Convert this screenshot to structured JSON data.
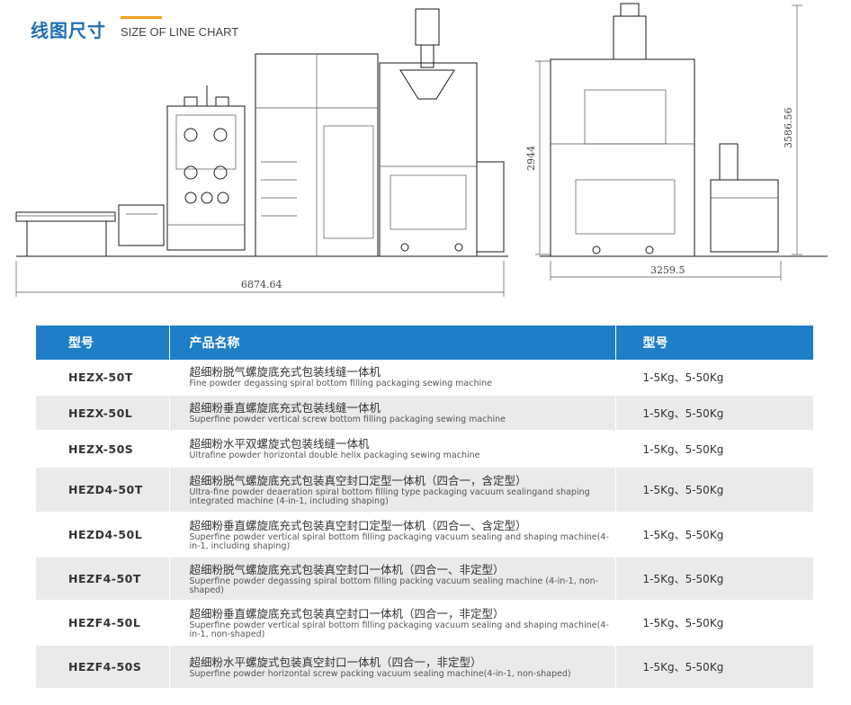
{
  "header": {
    "title_cn": "线图尺寸",
    "title_en": "SIZE OF LINE CHART"
  },
  "drawing": {
    "dim_width_left": "6874.64",
    "dim_height_mid": "2944",
    "dim_height_right": "3586.56",
    "dim_width_right": "3259.5"
  },
  "table": {
    "headers": [
      "型号",
      "产品名称",
      "型号"
    ],
    "rows": [
      {
        "model": "HEZX-50T",
        "name_cn": "超细粉脱气螺旋底充式包装线缝一体机",
        "name_en": "Fine powder degassing spiral bottom filling packaging sewing machine",
        "spec": "1-5Kg、5-50Kg"
      },
      {
        "model": "HEZX-50L",
        "name_cn": "超细粉垂直螺旋底充式包装线缝一体机",
        "name_en": "Superfine powder vertical screw bottom filling packaging sewing machine",
        "spec": "1-5Kg、5-50Kg"
      },
      {
        "model": "HEZX-50S",
        "name_cn": "超细粉水平双螺旋式包装线缝一体机",
        "name_en": "Ultrafine powder horizontal double helix packaging sewing machine",
        "spec": "1-5Kg、5-50Kg"
      },
      {
        "model": "HEZD4-50T",
        "name_cn": "超细粉脱气螺旋底充式包装真空封口定型一体机（四合一，含定型）",
        "name_en": "Ultra-fine powder deaeration spiral bottom filling type packaging vacuum sealingand shaping integrated machine (4-in-1, including shaping)",
        "spec": "1-5Kg、5-50Kg"
      },
      {
        "model": "HEZD4-50L",
        "name_cn": "超细粉垂直螺旋底充式包装真空封口定型一体机（四合一、含定型）",
        "name_en": "Superfine powder vertical spiral bottom filling packaging vacuum sealing and shaping machine(4-in-1, including shaping)",
        "spec": "1-5Kg、5-50Kg"
      },
      {
        "model": "HEZF4-50T",
        "name_cn": "超细粉脱气螺旋底充式包装真空封口一体机（四合一、非定型）",
        "name_en": "Superfine powder degassing spiral bottom filling packing vacuum sealing machine (4-in-1, non-shaped)",
        "spec": "1-5Kg、5-50Kg"
      },
      {
        "model": "HEZF4-50L",
        "name_cn": "超细粉垂直螺旋底充式包装真空封口一体机（四合一，非定型）",
        "name_en": "Superfine powder vertical spiral bottom filling packaging vacuum sealing and shaping machine(4-in-1, non-shaped)",
        "spec": "1-5Kg、5-50Kg"
      },
      {
        "model": "HEZF4-50S",
        "name_cn": "超细粉水平螺旋式包装真空封口一体机（四合一，非定型）",
        "name_en": "Superfine powder horizontal screw packing vacuum sealing machine(4-in-1, non-shaped)",
        "spec": "1-5Kg、5-50Kg"
      }
    ]
  }
}
